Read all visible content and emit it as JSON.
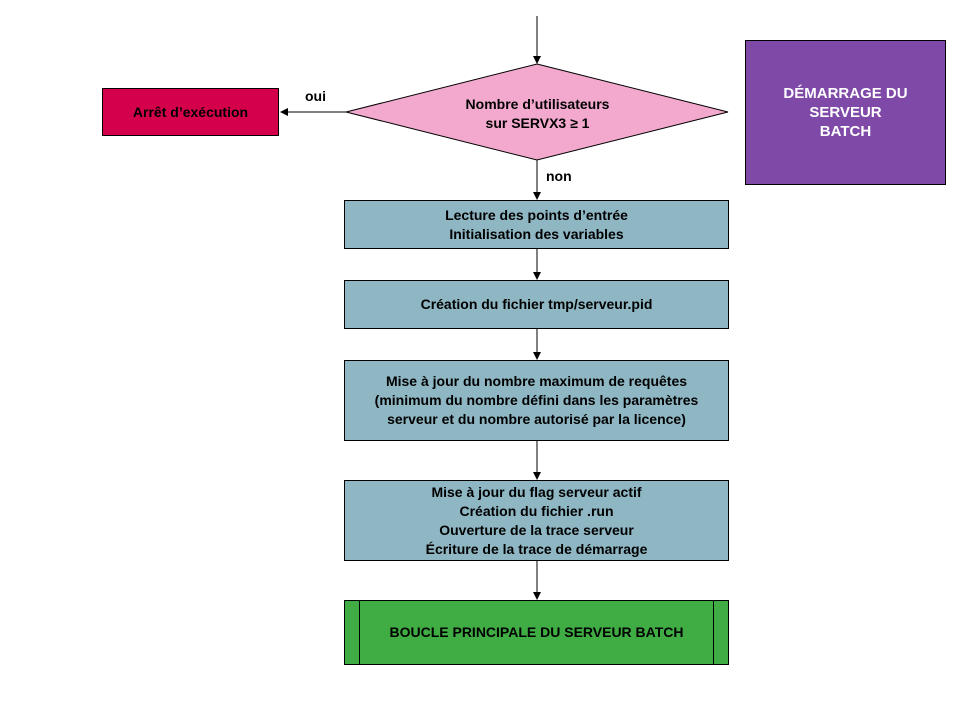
{
  "title": {
    "lines": [
      "DÉMARRAGE DU",
      "SERVEUR",
      "BATCH"
    ]
  },
  "decision": {
    "lines": [
      "Nombre d’utilisateurs",
      "sur SERVX3 ≥ 1"
    ],
    "yes_label": "oui",
    "no_label": "non"
  },
  "stop": {
    "label": "Arrêt d’exécution"
  },
  "steps": [
    {
      "lines": [
        "Lecture des points d’entrée",
        "Initialisation  des variables"
      ]
    },
    {
      "lines": [
        "Création du fichier tmp/serveur.pid"
      ]
    },
    {
      "lines": [
        "Mise à jour du nombre maximum de requêtes",
        "(minimum  du nombre défini dans les paramètres",
        "serveur et du nombre autorisé par la licence)"
      ]
    },
    {
      "lines": [
        "Mise à jour du flag serveur actif",
        "Création du fichier .run",
        "Ouverture de la trace serveur",
        "Écriture de la trace de démarrage"
      ]
    }
  ],
  "main_loop": {
    "label": "BOUCLE PRINCIPALE DU SERVEUR BATCH"
  },
  "colors": {
    "decision": "#f2a9cd",
    "stop": "#d5004b",
    "title": "#7f49a8",
    "process": "#8eb6c3",
    "main_loop": "#40ad44"
  }
}
